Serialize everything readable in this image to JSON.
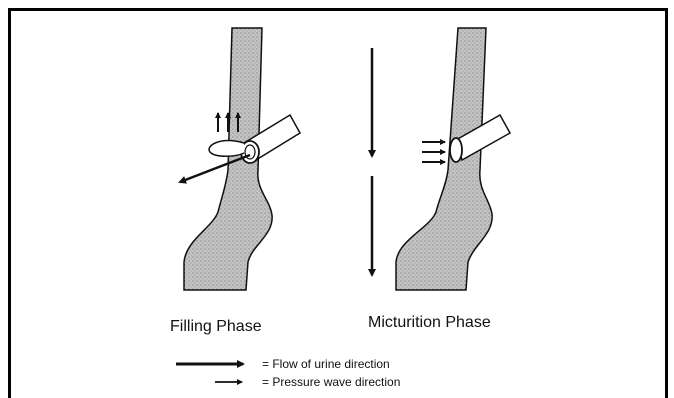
{
  "phases": {
    "filling": "Filling Phase",
    "micturition": "Micturition Phase"
  },
  "legend": {
    "flow_text": "= Flow of urine direction",
    "pressure_text": "= Pressure wave direction"
  },
  "colors": {
    "ink": "#111111",
    "tube_fill": "#bdbdbd",
    "frame": "#000000"
  }
}
